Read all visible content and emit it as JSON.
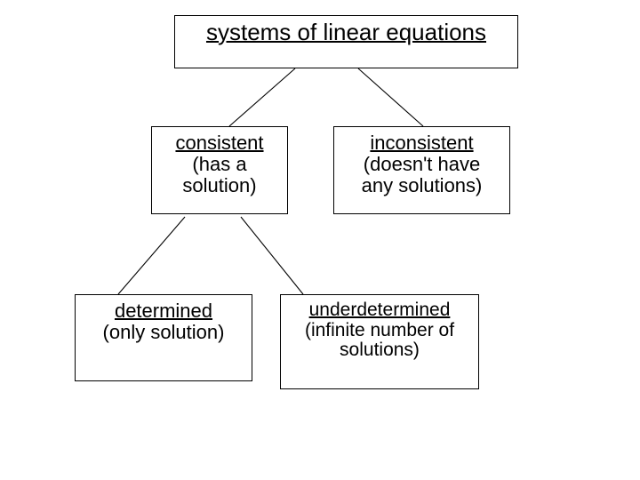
{
  "diagram": {
    "type": "tree",
    "background_color": "#ffffff",
    "line_color": "#000000",
    "text_color": "#000000",
    "nodes": {
      "root": {
        "title": "systems of linear equations",
        "description": ""
      },
      "consistent": {
        "title": "consistent",
        "description": "(has a\nsolution)"
      },
      "inconsistent": {
        "title": "inconsistent",
        "description": "(doesn't have\nany solutions)"
      },
      "determined": {
        "title": "determined",
        "description": "(only solution)"
      },
      "underdetermined": {
        "title": "underdetermined",
        "description": "(infinite number of\nsolutions)"
      }
    },
    "edges": [
      {
        "from": "root",
        "to": "consistent"
      },
      {
        "from": "root",
        "to": "inconsistent"
      },
      {
        "from": "consistent",
        "to": "determined"
      },
      {
        "from": "consistent",
        "to": "underdetermined"
      }
    ]
  }
}
